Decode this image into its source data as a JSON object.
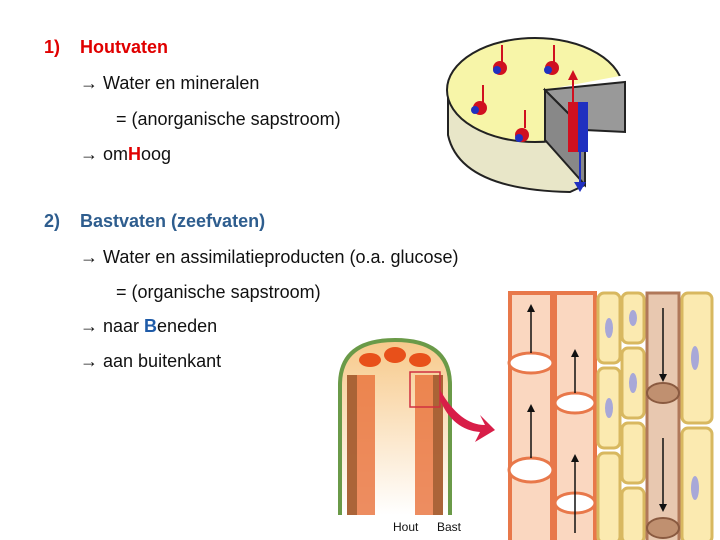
{
  "section1": {
    "number": "1)",
    "title": "Houtvaten",
    "color": "#e00000",
    "items": [
      {
        "arrow": "→",
        "text": "Water en mineralen"
      },
      {
        "text": "= (anorganische sapstroom)"
      },
      {
        "arrow": "→",
        "pre": "om",
        "highlight": "H",
        "post": "oog"
      }
    ]
  },
  "section2": {
    "number": "2)",
    "title": "Bastvaten (zeefvaten)",
    "color": "#2e5d8e",
    "items": [
      {
        "arrow": "→",
        "text": "Water en assimilatieproducten (o.a. glucose)"
      },
      {
        "text": "= (organische sapstroom)"
      },
      {
        "arrow": "→",
        "pre": "naar ",
        "highlight": "B",
        "post": "eneden"
      },
      {
        "arrow": "→",
        "text": "aan buitenkant"
      }
    ]
  },
  "figure_labels": {
    "hout": "Hout",
    "bast": "Bast"
  }
}
